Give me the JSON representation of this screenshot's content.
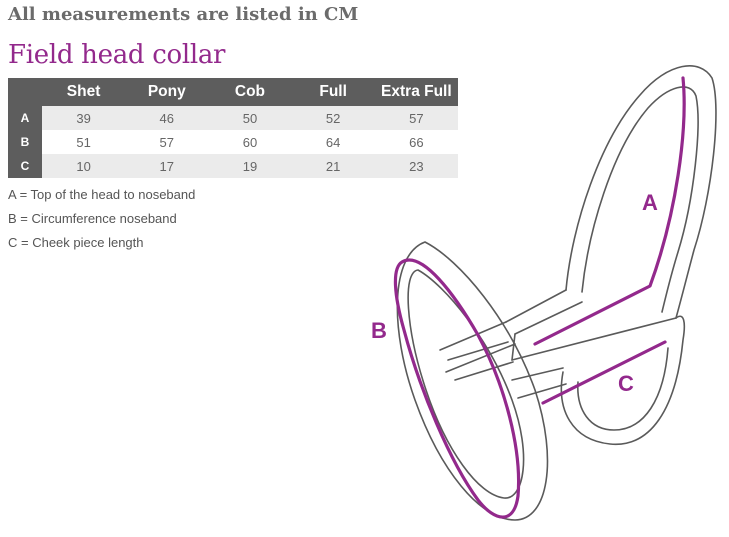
{
  "heading": "All measurements are listed in CM",
  "title": "Field head collar",
  "table": {
    "columns": [
      "Shet",
      "Pony",
      "Cob",
      "Full",
      "Extra Full"
    ],
    "rows": [
      {
        "label": "A",
        "values": [
          "39",
          "46",
          "50",
          "52",
          "57"
        ]
      },
      {
        "label": "B",
        "values": [
          "51",
          "57",
          "60",
          "64",
          "66"
        ]
      },
      {
        "label": "C",
        "values": [
          "10",
          "17",
          "19",
          "21",
          "23"
        ]
      }
    ]
  },
  "legend": [
    "A = Top of the head to noseband",
    "B = Circumference noseband",
    "C = Cheek piece length"
  ],
  "diagram": {
    "labels": {
      "a": "A",
      "b": "B",
      "c": "C"
    },
    "icon": "head-collar-illustration",
    "colors": {
      "outline": "#5a5a5a",
      "highlight": "#93298c"
    }
  }
}
